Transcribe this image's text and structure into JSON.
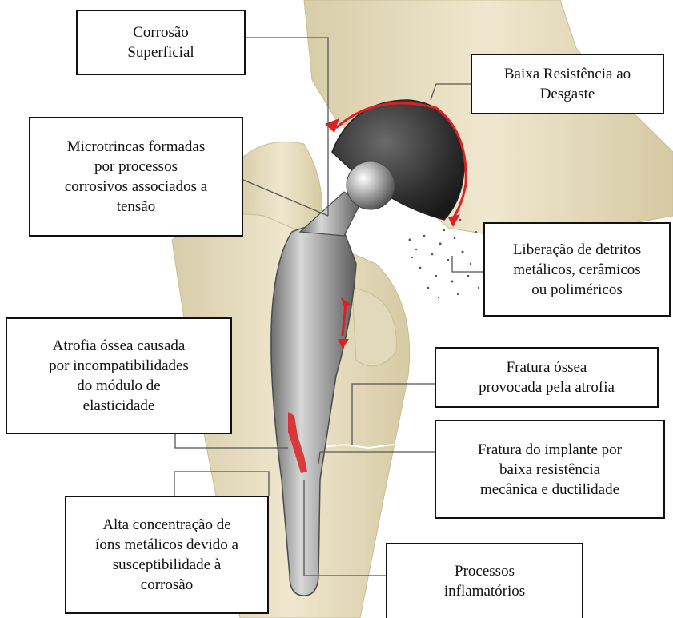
{
  "labels": {
    "corrosao_superficial": "Corrosão\nSuperficial",
    "baixa_resistencia_desgaste": "Baixa Resistência ao\nDesgaste",
    "microtrincas": "Microtrincas formadas\npor processos\ncorrosivos associados a\ntensão",
    "liberacao_detritos": "Liberação de detritos\nmetálicos, cerâmicos\nou poliméricos",
    "atrofia_ossea": "Atrofia óssea causada\npor incompatibilidades\ndo módulo de\nelasticidade",
    "fratura_ossea": "Fratura óssea\nprovocada pela atrofia",
    "fratura_implante": "Fratura do implante por\nbaixa resistência\nmecânica e ductilidade",
    "alta_concentracao_ions": "Alta concentração de\níons metálicos devido a\nsusceptibilidade à\ncorrosão",
    "processos_inflamatorios": "Processos\ninflamatórios"
  },
  "colors": {
    "bone": "#e9e0c6",
    "bone_shadow": "#cfc3a0",
    "implant_metal": "#9a9a9a",
    "femoral_head": "#3a3a3a",
    "wear_arrow": "#dd2020",
    "leader_line": "#555555"
  }
}
